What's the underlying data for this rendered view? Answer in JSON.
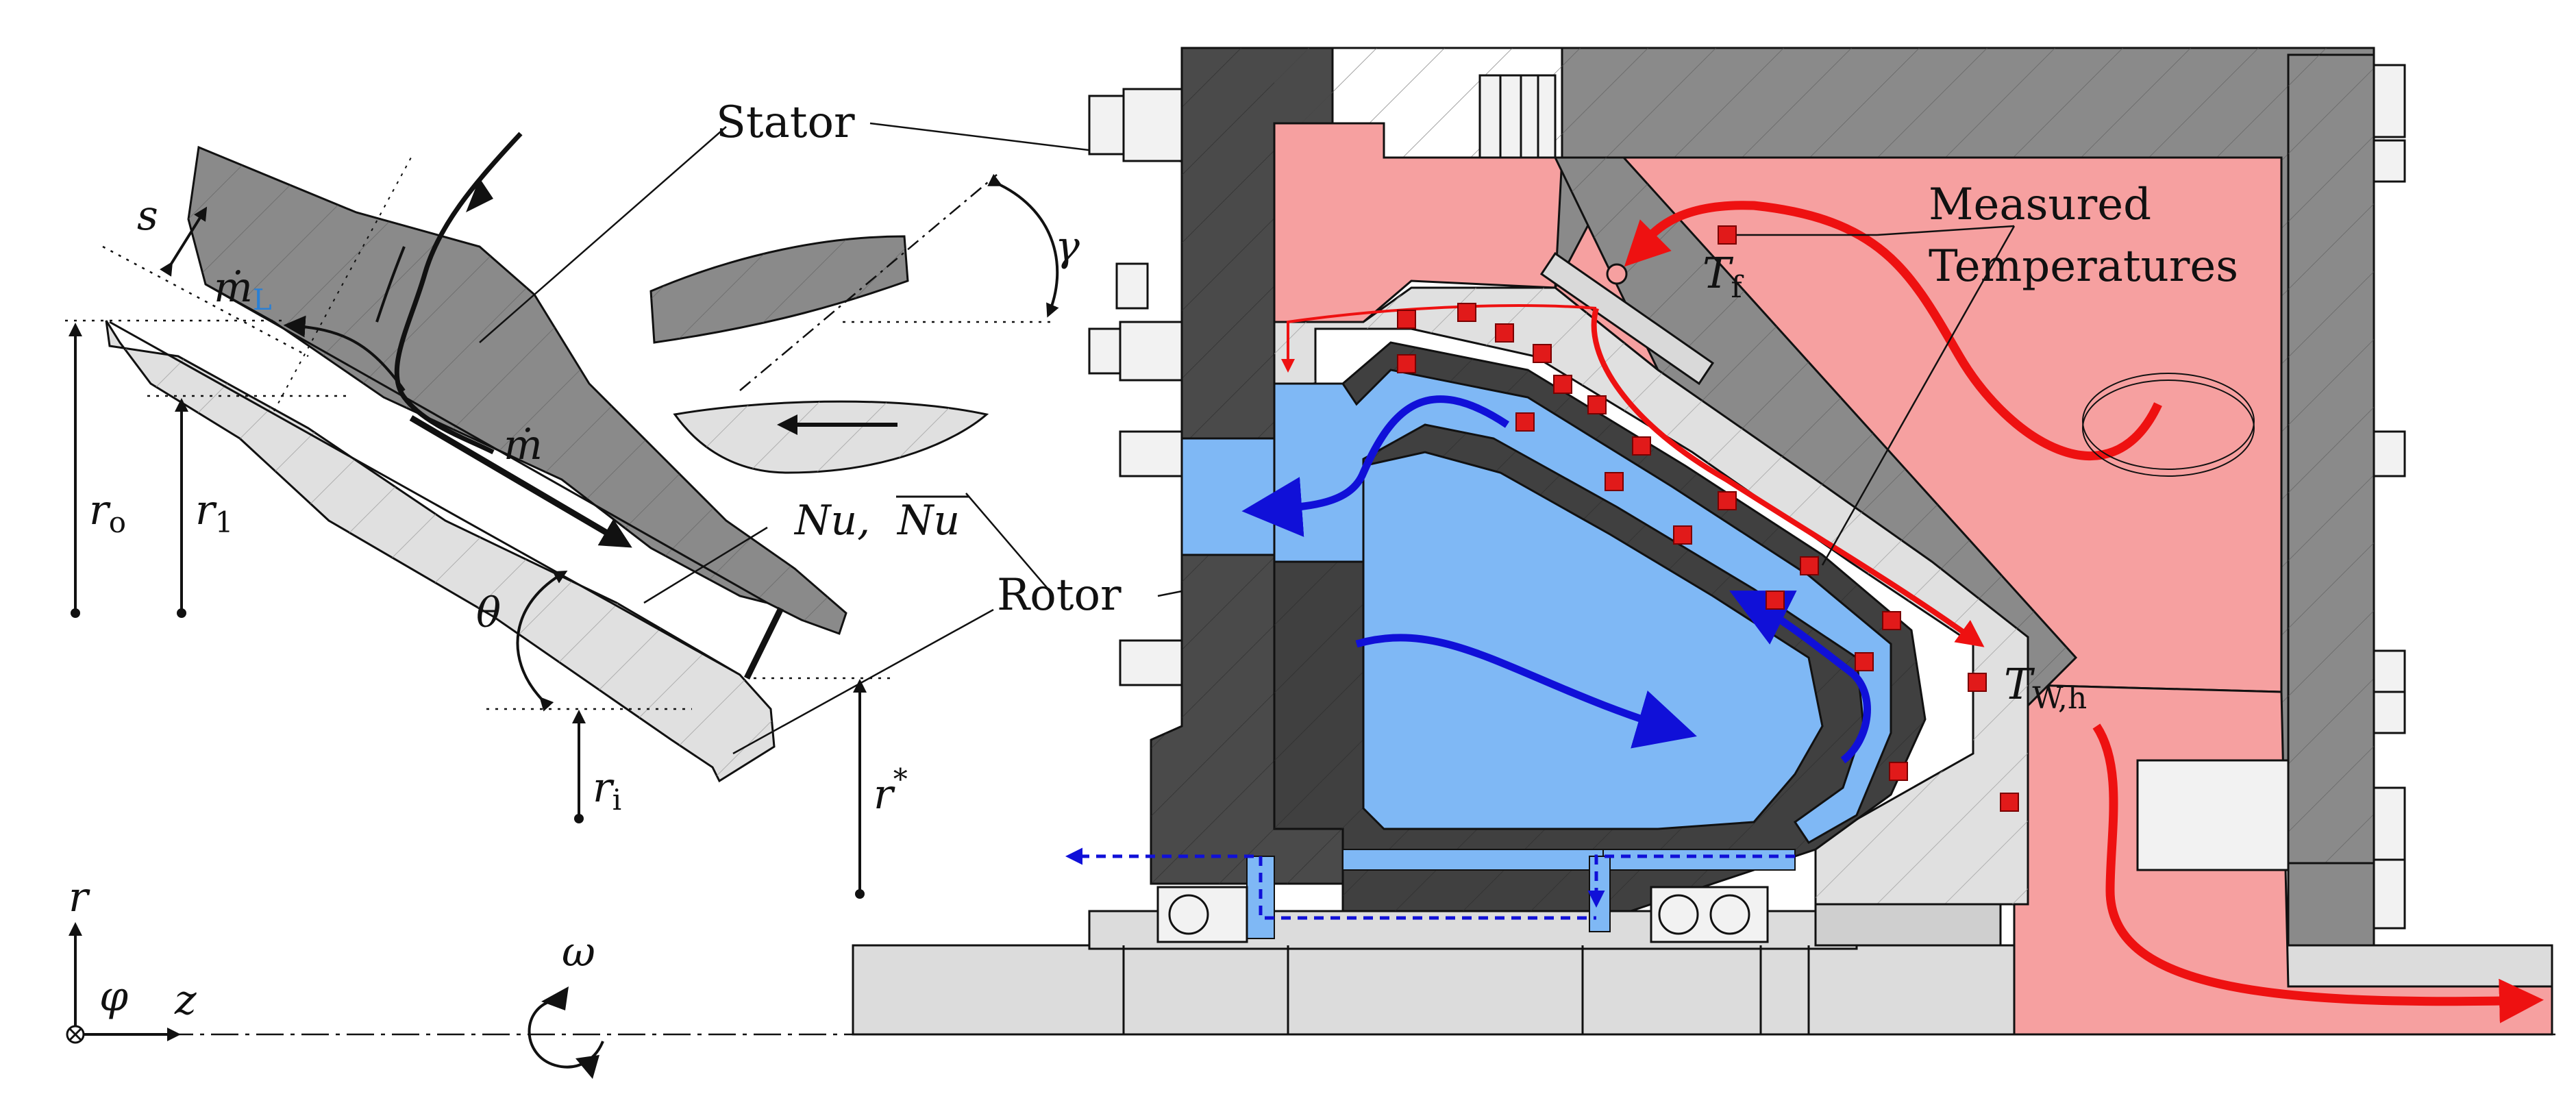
{
  "labels": {
    "stator": "Stator",
    "rotor": "Rotor",
    "measured_temperatures": [
      "Measured",
      "Temperatures"
    ],
    "t_f": "T",
    "t_f_sub": "f",
    "t_wh": "T",
    "t_wh_sub": "W,h",
    "s": "s",
    "m_dot_L": "ṁ",
    "m_dot_L_sub": "L",
    "m_dot": "ṁ",
    "r_o": "r",
    "r_o_sub": "o",
    "r_1": "r",
    "r_1_sub": "1",
    "r_i": "r",
    "r_i_sub": "i",
    "r_star": "r",
    "r_star_sup": "*",
    "theta": "θ",
    "gamma": "γ",
    "nu": "Nu,",
    "nu_bar": "Nu",
    "omega": "ω",
    "axis_r": "r",
    "axis_phi": "φ",
    "axis_z": "z"
  },
  "colors": {
    "stator_dark": "#7f7f7f",
    "stator_light": "#d9d9d9",
    "rotor_dark": "#404040",
    "hot_air": "#f6a0a0",
    "hot_flow": "#ee1111",
    "cooling": "#7fb8f5",
    "cooling_flow": "#1010d8",
    "sensor": "#e11a1a",
    "m_dot_L_color": "#2a7fd4"
  }
}
